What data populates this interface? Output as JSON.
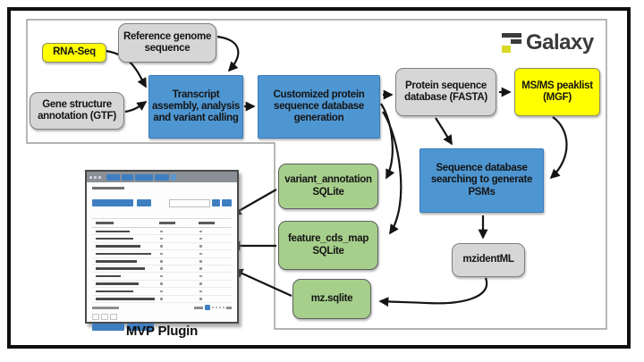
{
  "diagram": {
    "logo": {
      "text": "Galaxy"
    },
    "nodes": {
      "rna_seq": "RNA-Seq",
      "ref_genome": "Reference genome\nsequence",
      "gtf": "Gene structure\nannotation (GTF)",
      "transcript": "Transcript\nassembly, analysis\nand variant calling",
      "custom_db": "Customized protein\nsequence database\ngeneration",
      "protein_db": "Protein sequence\ndatabase (FASTA)",
      "msms": "MS/MS peaklist\n(MGF)",
      "seq_search": "Sequence database\nsearching to generate\nPSMs",
      "variant_annotation": "variant_annotation\nSQLite",
      "feature_cds_map": "feature_cds_map\nSQLite",
      "mz_sqlite": "mz.sqlite",
      "mzidentml": "mzidentML"
    },
    "mvp_plugin_label": "MVP Plugin",
    "colors": {
      "input_yellow": "#ffff00",
      "file_gray": "#d6d6d6",
      "process_blue": "#4e96d2",
      "sqlite_green": "#a6cf8c",
      "arrow_black": "#141414",
      "panel_border_gray": "#9a9a9a"
    },
    "mvp_screenshot": {
      "row_bar_widths": [
        38,
        42,
        50,
        62,
        46,
        55,
        28,
        48,
        42,
        66
      ]
    }
  }
}
